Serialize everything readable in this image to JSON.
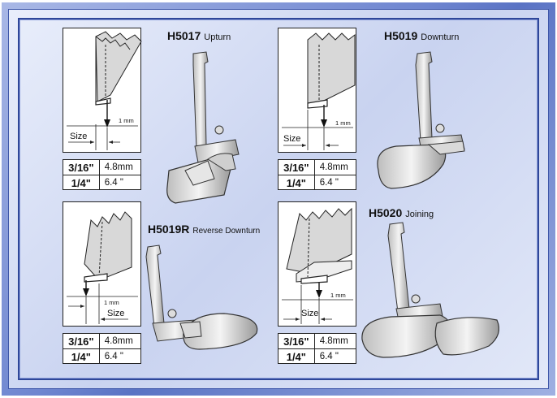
{
  "presser_feet": [
    {
      "code": "H5017",
      "type": "Upturn",
      "size_label": "Size",
      "gap_label": "1 mm",
      "sizes": [
        {
          "fraction": "3/16\"",
          "metric": "4.8mm"
        },
        {
          "fraction": "1/4\"",
          "metric": "6.4 \""
        }
      ]
    },
    {
      "code": "H5019",
      "type": "Downturn",
      "size_label": "Size",
      "gap_label": "1 mm",
      "sizes": [
        {
          "fraction": "3/16\"",
          "metric": "4.8mm"
        },
        {
          "fraction": "1/4\"",
          "metric": "6.4 \""
        }
      ]
    },
    {
      "code": "H5019R",
      "type": "Reverse Downturn",
      "size_label": "Size",
      "gap_label": "1 mm",
      "sizes": [
        {
          "fraction": "3/16\"",
          "metric": "4.8mm"
        },
        {
          "fraction": "1/4\"",
          "metric": "6.4 \""
        }
      ]
    },
    {
      "code": "H5020",
      "type": "Joining",
      "size_label": "Size",
      "gap_label": "1 mm",
      "sizes": [
        {
          "fraction": "3/16\"",
          "metric": "4.8mm"
        },
        {
          "fraction": "1/4\"",
          "metric": "6.4 \""
        }
      ]
    }
  ],
  "colors": {
    "frame_outer": "#6f86d0",
    "frame_border": "#2f4799",
    "metal_light": "#f2f2f2",
    "metal_dark": "#9a9a9a",
    "line": "#222222"
  }
}
